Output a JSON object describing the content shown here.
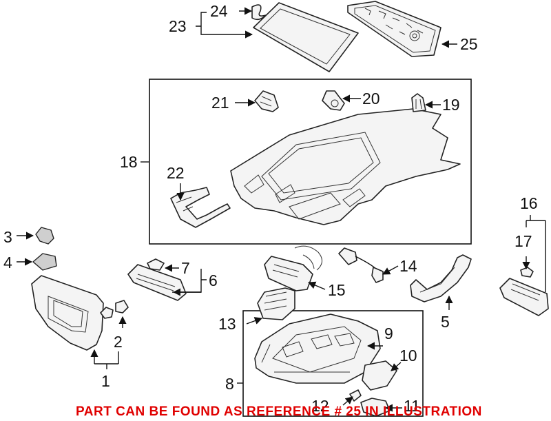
{
  "callouts": {
    "c1": "1",
    "c2": "2",
    "c3": "3",
    "c4": "4",
    "c5": "5",
    "c6": "6",
    "c7": "7",
    "c8": "8",
    "c9": "9",
    "c10": "10",
    "c11": "11",
    "c12": "12",
    "c13": "13",
    "c14": "14",
    "c15": "15",
    "c16": "16",
    "c17": "17",
    "c18": "18",
    "c19": "19",
    "c20": "20",
    "c21": "21",
    "c22": "22",
    "c23": "23",
    "c24": "24",
    "c25": "25"
  },
  "footer_note": "PART CAN BE FOUND AS REFERENCE # 25 IN ILLUSTRATION",
  "colors": {
    "footer": "#e00000",
    "lines": "#111111"
  }
}
